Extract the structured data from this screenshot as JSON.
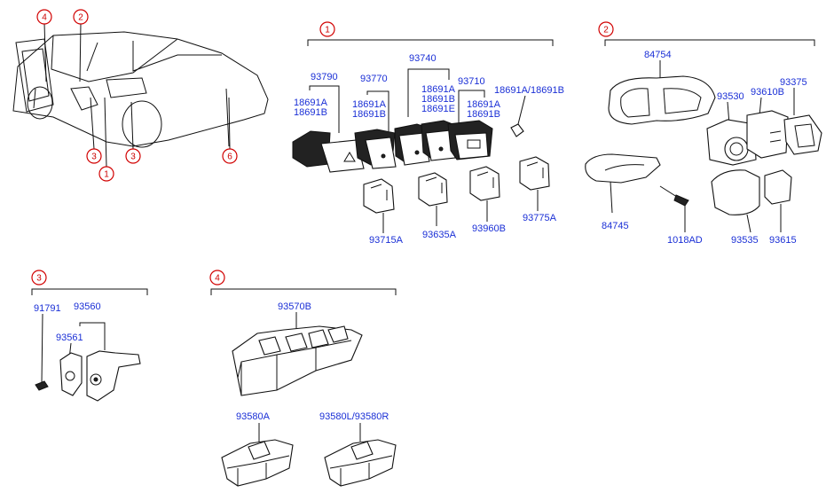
{
  "callouts": {
    "c1": "1",
    "c2": "2",
    "c3": "3",
    "c4": "4",
    "car_1": "1",
    "car_2": "2",
    "car_3a": "3",
    "car_3b": "3",
    "car_4": "4",
    "car_6": "6"
  },
  "parts": {
    "p93790": "93790",
    "p18691A_a": "18691A",
    "p18691B_a": "18691B",
    "p93770": "93770",
    "p18691A_b": "18691A",
    "p18691B_b": "18691B",
    "p93740": "93740",
    "p18691A_c": "18691A",
    "p18691B_c": "18691B",
    "p18691E": "18691E",
    "p93710": "93710",
    "p18691A_d": "18691A",
    "p18691B_d": "18691B",
    "p18691AB": "18691A/18691B",
    "p93715A": "93715A",
    "p93635A": "93635A",
    "p93960B": "93960B",
    "p93775A": "93775A",
    "p84754": "84754",
    "p93530": "93530",
    "p93610B": "93610B",
    "p93375": "93375",
    "p84745": "84745",
    "p1018AD": "1018AD",
    "p93535": "93535",
    "p93615": "93615",
    "p91791": "91791",
    "p93560": "93560",
    "p93561": "93561",
    "p93570B": "93570B",
    "p93580A": "93580A",
    "p93580LR": "93580L/93580R"
  },
  "colors": {
    "part_number": "#1a2fd6",
    "callout": "#cc0000",
    "line": "#111111"
  }
}
